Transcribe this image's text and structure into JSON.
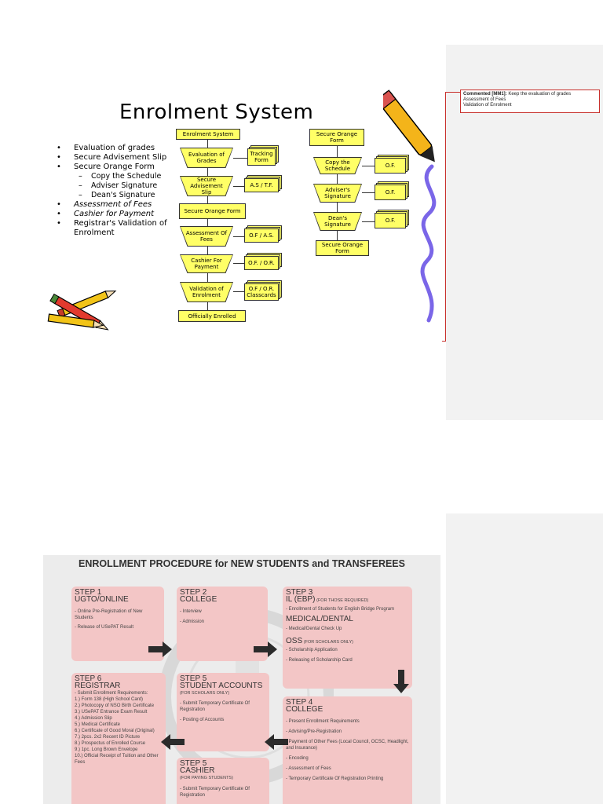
{
  "comment": {
    "author": "Commented [MM1]:",
    "text": "Keep the evaluation of grades",
    "line2": "Assessment of Fees",
    "line3": "Validation of Enrolment"
  },
  "slide1": {
    "title": "Enrolment System",
    "bullets": [
      "Evaluation of grades",
      "Secure Advisement Slip",
      "Secure Orange Form",
      "Copy the Schedule",
      "Adviser Signature",
      "Dean's Signature",
      "Assessment of Fees",
      "Cashier for Payment",
      "Registrar's Validation of Enrolment"
    ],
    "flow_left": {
      "start": "Enrolment System",
      "steps": [
        "Evaluation of Grades",
        "Secure Advisement Slip",
        "Secure Orange Form",
        "Assessment Of Fees",
        "Cashier For Payment",
        "Validation of Enrolment"
      ],
      "end": "Officially Enrolled",
      "docs": [
        "Tracking Form",
        "A.S / T.F.",
        "O.F / A.S.",
        "O.F. / O.R.",
        "O.F / O.R. Classcards"
      ]
    },
    "flow_right": {
      "start": "Secure Orange Form",
      "steps": [
        "Copy the Schedule",
        "Adviser's Signature",
        "Dean's Signature"
      ],
      "end": "Secure Orange Form",
      "docs": [
        "O.F.",
        "O.F.",
        "O.F."
      ]
    }
  },
  "slide2": {
    "title": "ENROLLMENT PROCEDURE for NEW STUDENTS and TRANSFEREES",
    "step1": {
      "num": "STEP 1",
      "head": "UGTO/ONLINE",
      "items": [
        "- Online Pre-Registration of New Students",
        "- Release of USePAT Result"
      ]
    },
    "step2": {
      "num": "STEP 2",
      "head": "COLLEGE",
      "items": [
        "- Interview",
        "- Admission"
      ]
    },
    "step3": {
      "num": "STEP 3",
      "head": "IL (EBP)",
      "note": "(FOR THOSE REQUIRED)",
      "items": [
        "- Enrollment of Students for English Bridge Program"
      ],
      "med_head": "MEDICAL/DENTAL",
      "med_items": [
        "- Medical/Dental Check Up"
      ],
      "oss_head": "OSS",
      "oss_note": "(FOR SCHOLARS ONLY)",
      "oss_items": [
        "- Scholarship Application",
        "- Releasing of Scholarship Card"
      ]
    },
    "step4": {
      "num": "STEP 4",
      "head": "COLLEGE",
      "items": [
        "- Present Enrollment Requirements",
        "- Advising/Pre-Registration",
        "- Payment of Other Fees (Local Council, OCSC, Headlight, and Insurance)",
        "- Encoding",
        "- Assessment of Fees",
        "- Temporary Certificate Of Registration Printing"
      ]
    },
    "step5a": {
      "num": "STEP 5",
      "head": "STUDENT ACCOUNTS",
      "note": "(FOR SCHOLARS ONLY)",
      "items": [
        "- Submit Temporary Certificate Of Registration",
        "- Posting of Accounts"
      ]
    },
    "step5b": {
      "num": "STEP 5",
      "head": "CASHIER",
      "note": "(FOR PAYING STUDENTS)",
      "items": [
        "- Submit Temporary Certificate Of Registration"
      ]
    },
    "step6": {
      "num": "STEP 6",
      "head": "REGISTRAR",
      "items": [
        "- Submit Enrollment Requirements:",
        "1.) Form 138 (High School Card)",
        "2.) Photocopy of NSO Birth Certificate",
        "3.) USePAT Entrance Exam Result",
        "4.) Admission Slip",
        "5.) Medical Certificate",
        "6.) Certificate of Good Moral (Original)",
        "7.) 2pcs. 2x2 Recent ID Picture",
        "8.) Prospectus of Enrolled Course",
        "9.) 1pc. Long Brown Envelope",
        "10.) Official Receipt of Tuition and Other Fees"
      ]
    }
  },
  "colors": {
    "flow_fill": "#ffff66",
    "card_fill": "#f3c6c6",
    "comment_border": "#c8302c"
  }
}
